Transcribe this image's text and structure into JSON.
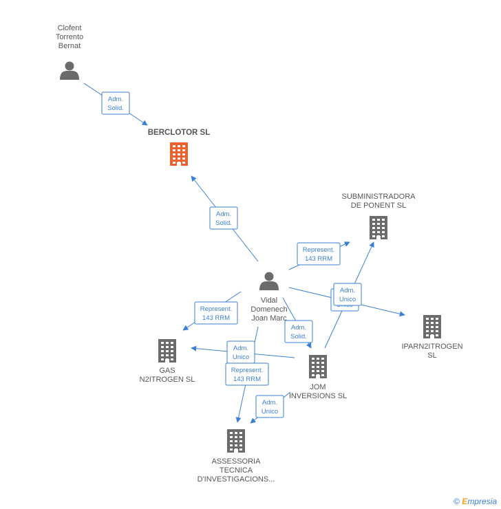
{
  "nodes": [
    {
      "id": "clofent",
      "type": "person",
      "label_lines": [
        "Clofent",
        "Torrento",
        "Bernat"
      ]
    },
    {
      "id": "berclotor",
      "type": "company",
      "focus": true,
      "label_lines": [
        "BERCLOTOR SL"
      ]
    },
    {
      "id": "vidal",
      "type": "person",
      "label_lines": [
        "Vidal",
        "Domenech",
        "Joan Marc"
      ]
    },
    {
      "id": "subministradora",
      "type": "company",
      "label_lines": [
        "SUBMINISTRADORA",
        "DE PONENT SL"
      ]
    },
    {
      "id": "iparn",
      "type": "company",
      "label_lines": [
        "IPARN2ITROGEN",
        "SL"
      ]
    },
    {
      "id": "gas",
      "type": "company",
      "label_lines": [
        "GAS",
        "N2ITROGEN SL"
      ]
    },
    {
      "id": "jom",
      "type": "company",
      "label_lines": [
        "JOM",
        "INVERSIONS SL"
      ]
    },
    {
      "id": "assessoria",
      "type": "company",
      "label_lines": [
        "ASSESSORIA",
        "TECNICA",
        "D'INVESTIGACIONS..."
      ]
    }
  ],
  "edges": [
    {
      "from": "clofent",
      "to": "berclotor",
      "label_lines": [
        "Adm.",
        "Solid."
      ]
    },
    {
      "from": "vidal",
      "to": "berclotor",
      "label_lines": [
        "Adm.",
        "Solid."
      ]
    },
    {
      "from": "vidal",
      "to": "subministradora",
      "label_lines": [
        "Represent.",
        "143 RRM"
      ]
    },
    {
      "from": "vidal",
      "to": "iparn",
      "label_lines": [
        "Adm.",
        "Unico"
      ]
    },
    {
      "from": "vidal",
      "to": "gas",
      "label_lines": [
        "Represent.",
        "143 RRM"
      ]
    },
    {
      "from": "vidal",
      "to": "jom",
      "label_lines": [
        "Adm.",
        "Solid."
      ]
    },
    {
      "from": "vidal",
      "to": "assessoria",
      "label_lines": [
        "Represent.",
        "143 RRM"
      ]
    },
    {
      "from": "jom",
      "to": "subministradora",
      "label_lines": [
        "Adm.",
        "Unico"
      ]
    },
    {
      "from": "jom",
      "to": "gas",
      "label_lines": [
        "Adm.",
        "Unico"
      ]
    },
    {
      "from": "jom",
      "to": "assessoria",
      "label_lines": [
        "Adm.",
        "Unico"
      ]
    }
  ],
  "colors": {
    "edge": "#3a7fd5",
    "company": "#6b6b6b",
    "focus_company": "#f0612d",
    "person": "#6b6b6b"
  },
  "footer": {
    "copyright": "©",
    "brand": "mpresia",
    "brand_initial": "E"
  }
}
